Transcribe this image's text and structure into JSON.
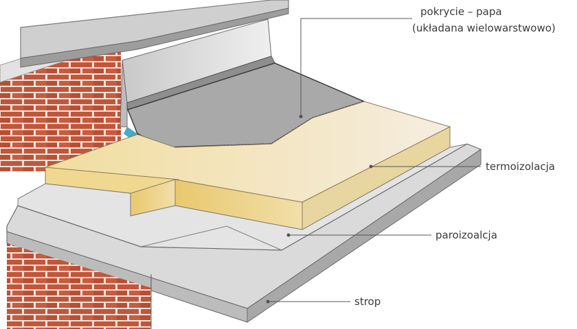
{
  "labels": {
    "roof_covering_line1": "pokrycie – papa",
    "roof_covering_line2": "(układana wielowarstwowo)",
    "insulation": "termoizolacja",
    "vapor_barrier": "paroizoalcja",
    "slab": "strop"
  },
  "colors": {
    "brick": "#c2553a",
    "mortar": "#efe3da",
    "wall_grey": "#d6d6d6",
    "membrane": "#9a9a9a",
    "insulation_light": "#f3e6bf",
    "insulation_dark": "#e2c47a",
    "slab_grey": "#d9d9d9",
    "leader_line": "#555555"
  }
}
